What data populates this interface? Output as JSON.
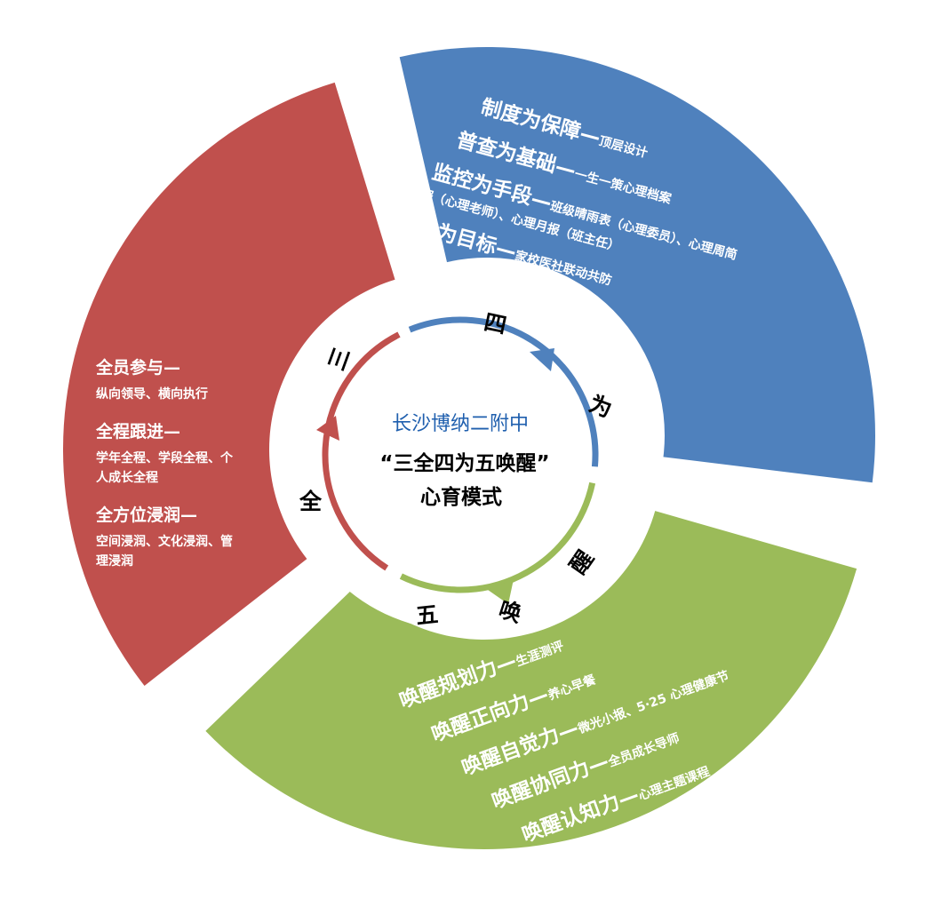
{
  "colors": {
    "blue": "#4f81bd",
    "red": "#c0504d",
    "green": "#9bbb59",
    "white": "#ffffff",
    "text_dark": "#000000",
    "school_blue": "#1f5fae"
  },
  "center": {
    "school": "长沙博纳二附中",
    "title_line1": "“三全四为五唤醒”",
    "title_line2": "心育模式"
  },
  "ring": {
    "san": "三",
    "quan": "全",
    "si": "四",
    "wei": "为",
    "wu": "五",
    "huan": "唤",
    "xing": "醒"
  },
  "blue_section": {
    "items": [
      {
        "head": "制度为保障—",
        "detail": "顶层设计"
      },
      {
        "head": "普查为基础—",
        "detail": "一生一策心理档案"
      },
      {
        "head": "监控为手段—",
        "detail": "班级晴雨表（心理委员）、心理周简",
        "detail2": "报（心理老师）、心理月报（班主任）"
      },
      {
        "head": "预防为目标—",
        "detail": "家校医社联动共防"
      }
    ]
  },
  "red_section": {
    "items": [
      {
        "head": "全员参与—",
        "lines": [
          "纵向领导、横向执行"
        ]
      },
      {
        "head": "全程跟进—",
        "lines": [
          "学年全程、学段全程、个",
          "人成长全程"
        ]
      },
      {
        "head": "全方位浸润—",
        "lines": [
          "空间浸润、文化浸润、管",
          "理浸润"
        ]
      }
    ]
  },
  "green_section": {
    "items": [
      {
        "head": "唤醒规划力—",
        "detail": "生涯测评"
      },
      {
        "head": "唤醒正向力—",
        "detail": "养心早餐"
      },
      {
        "head": "唤醒自觉力—",
        "detail": "微光小报、5·25 心理健康节"
      },
      {
        "head": "唤醒协同力—",
        "detail": "全员成长导师"
      },
      {
        "head": "唤醒认知力—",
        "detail": "心理主题课程"
      }
    ]
  }
}
